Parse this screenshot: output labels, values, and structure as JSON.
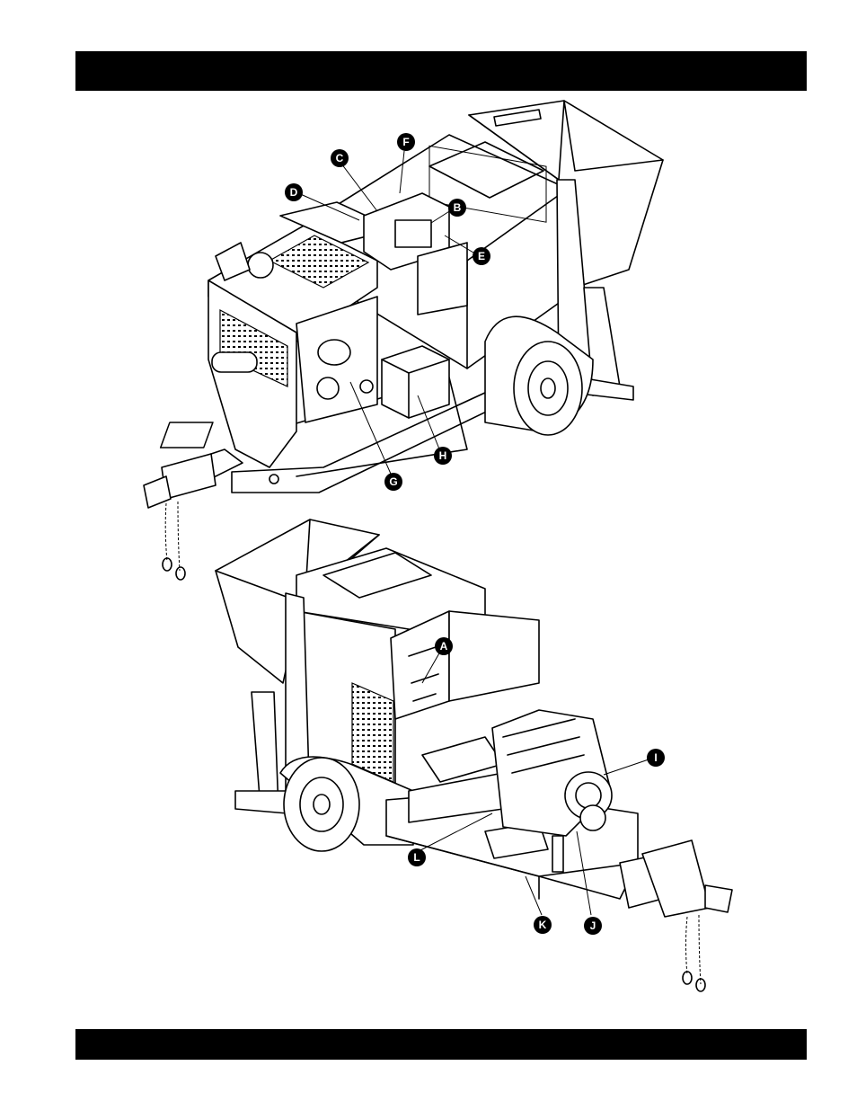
{
  "callouts": {
    "upper": {
      "C": "C",
      "D": "D",
      "F": "F",
      "B": "B",
      "E": "E",
      "G": "G",
      "H": "H"
    },
    "lower": {
      "A": "A",
      "I": "I",
      "J": "J",
      "K": "K",
      "L": "L"
    }
  },
  "colors": {
    "bars": "#000000",
    "callout_fill": "#000000",
    "callout_text": "#ffffff"
  }
}
